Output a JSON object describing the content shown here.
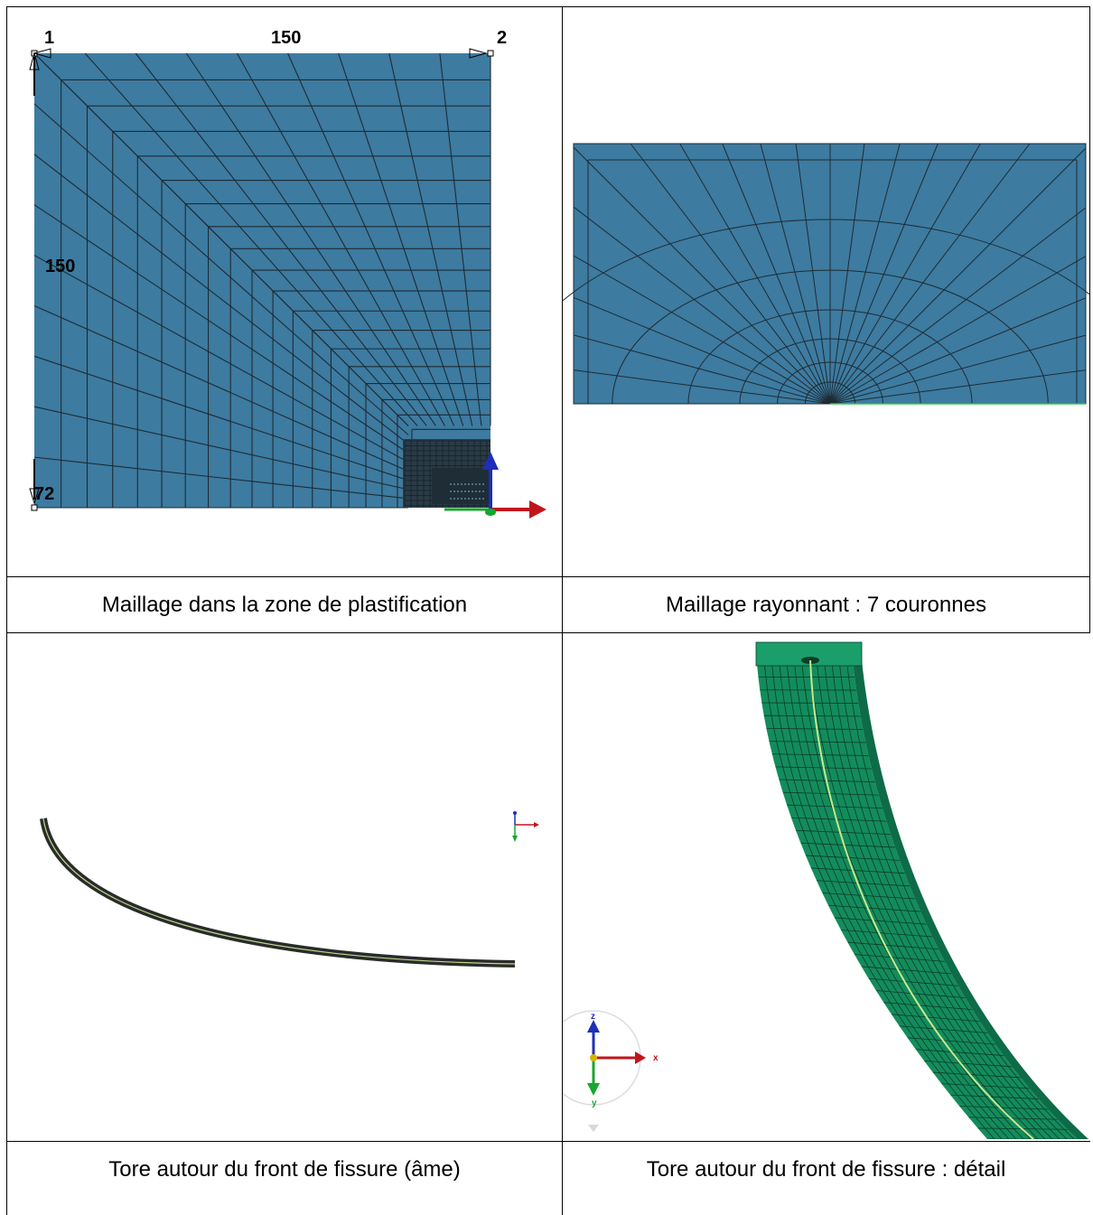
{
  "figures": [
    {
      "caption": "Maillage dans la zone de plastification",
      "labels": {
        "node_1": "1",
        "node_2": "2",
        "node_72": "72",
        "dim_top": "150",
        "dim_left": "150"
      }
    },
    {
      "caption": "Maillage rayonnant : 7 couronnes"
    },
    {
      "caption": "Tore autour du front de fissure (âme)"
    },
    {
      "caption": "Tore autour du front de fissure : détail",
      "labels": {
        "axis_z": "z",
        "axis_x": "x",
        "axis_y": "y"
      }
    }
  ],
  "colors": {
    "mesh_blue": "#3d7ba0",
    "mesh_green": "#138c5c",
    "crack_front": "#c7e88f",
    "axis_red": "#c0161b",
    "axis_blue": "#1d2fb8",
    "axis_green": "#18a62f"
  }
}
